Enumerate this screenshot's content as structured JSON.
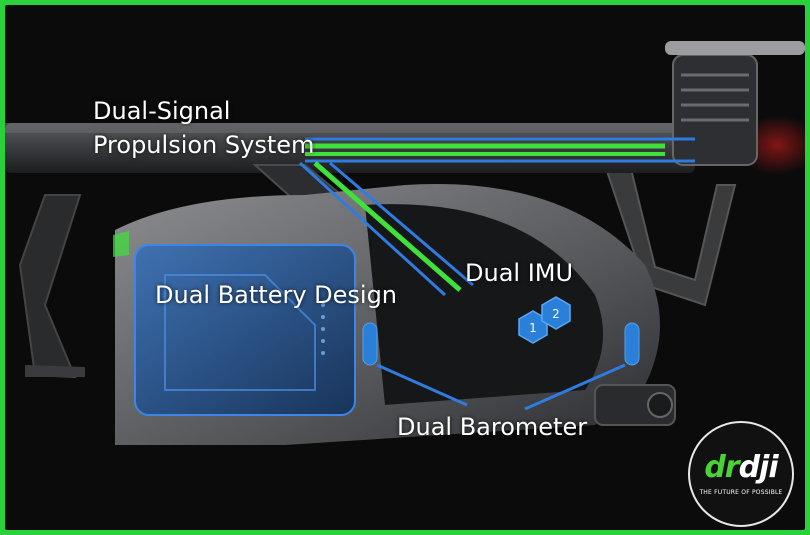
{
  "labels": {
    "propulsion_line1": "Dual-Signal",
    "propulsion_line2": "Propulsion System",
    "battery": "Dual Battery Design",
    "imu": "Dual IMU",
    "barometer": "Dual Barometer"
  },
  "imu_badges": [
    "1",
    "2"
  ],
  "logo": {
    "mark_green": "dr",
    "mark_white": "dji",
    "tagline": "THE FUTURE OF POSSIBLE"
  },
  "colors": {
    "frame_border": "#2bd13a",
    "signal_green": "#3fe13a",
    "signal_blue": "#2f7be0",
    "battery_glow": "#1f5fae",
    "imu_hex": "#2a7fd8"
  }
}
